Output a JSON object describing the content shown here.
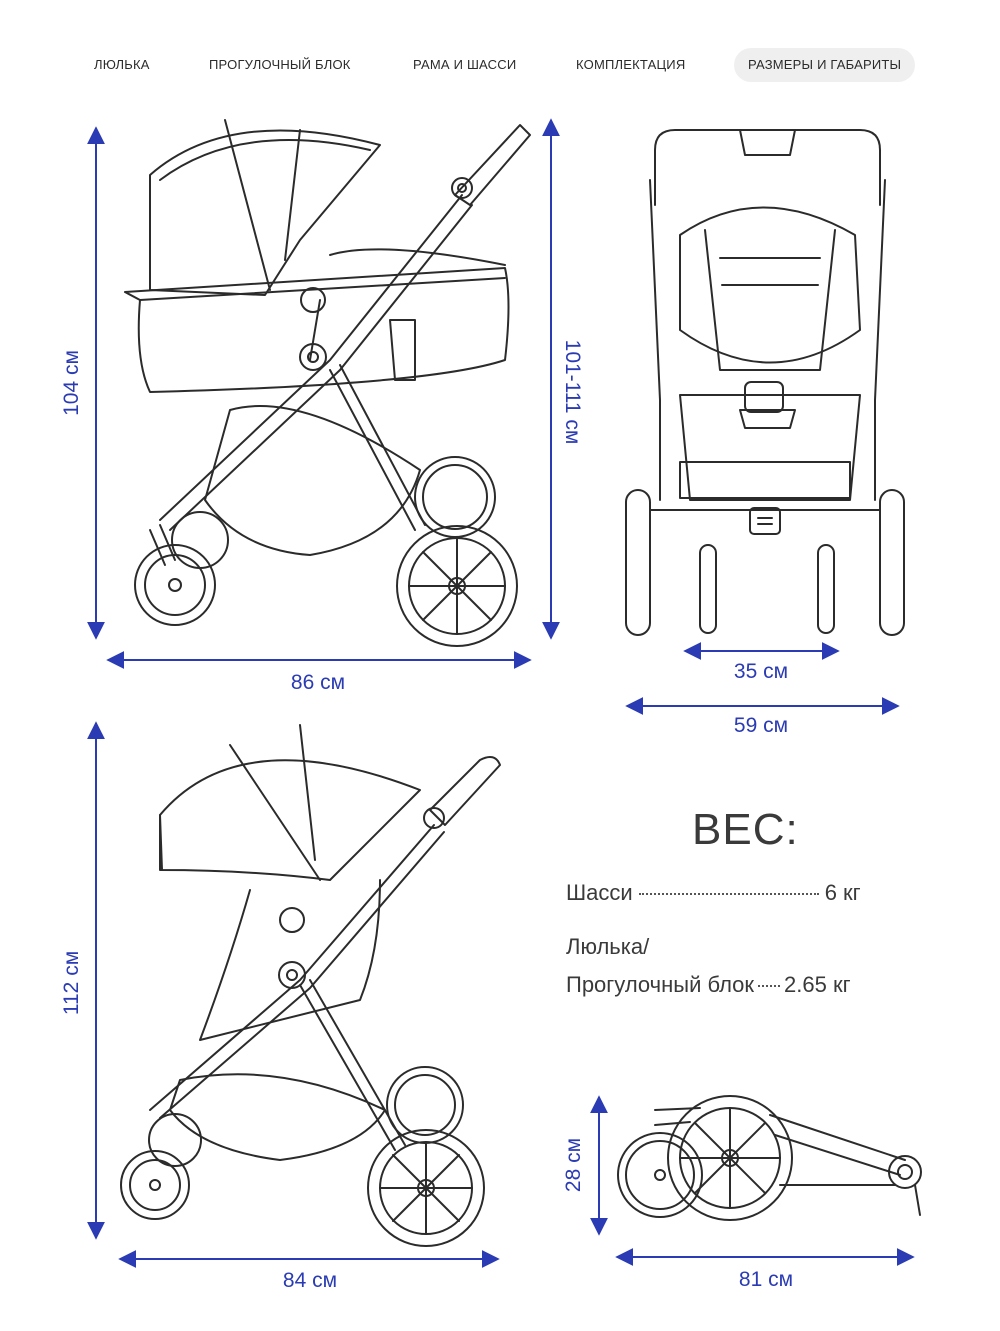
{
  "tabs": [
    {
      "label": "ЛЮЛЬКА",
      "active": false
    },
    {
      "label": "ПРОГУЛОЧНЫЙ БЛОК",
      "active": false
    },
    {
      "label": "РАМА И ШАССИ",
      "active": false
    },
    {
      "label": "КОМПЛЕКТАЦИЯ",
      "active": false
    },
    {
      "label": "РАЗМЕРЫ И ГАБАРИТЫ",
      "active": true
    }
  ],
  "dimensions": {
    "cradle_height": "104 см",
    "cradle_length": "86 см",
    "handle_height": "101-111 см",
    "seat_width": "35 см",
    "total_width": "59 см",
    "stroller_height": "112 см",
    "stroller_length": "84 см",
    "folded_height": "28 см",
    "folded_length": "81 см"
  },
  "weight": {
    "title": "ВЕС:",
    "chassis_label": "Шасси",
    "chassis_value": "6 кг",
    "block_label_line1": "Люлька/",
    "block_label_line2": "Прогулочный блок",
    "block_value": "2.65 кг"
  },
  "colors": {
    "dimension": "#2a3bb4",
    "line_art": "#2b2b2b",
    "active_tab_bg": "#efefef"
  }
}
